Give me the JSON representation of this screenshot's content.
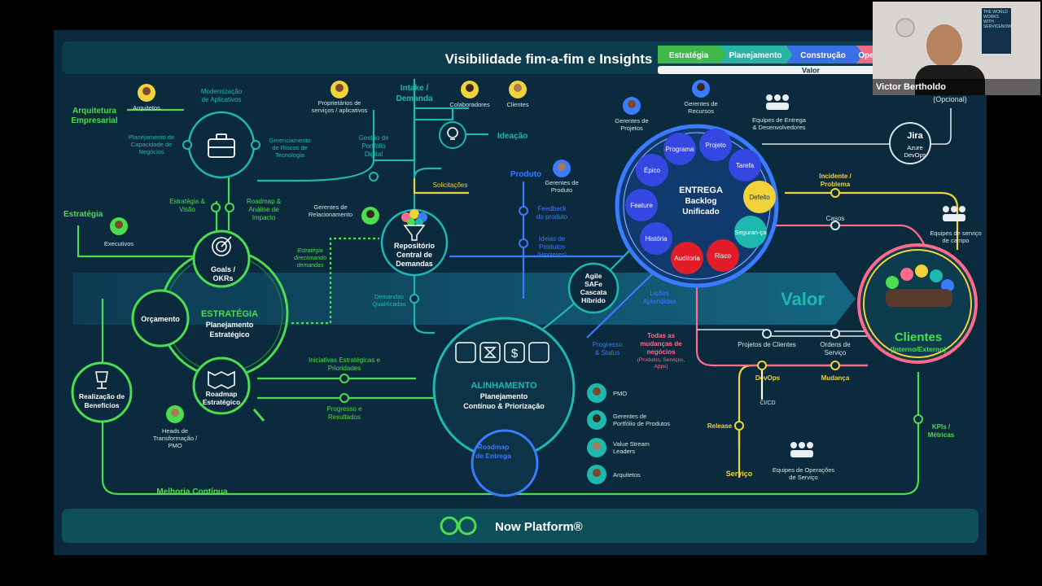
{
  "title": "Visibilidade fim-a-fim e Insights",
  "phases": [
    "Estratégia",
    "Planejamento",
    "Construção",
    "Oper"
  ],
  "valor_bar": "Valor",
  "platform": "Now Platform®",
  "presenter": "Victor Bertholdo",
  "poster_text": "THE WORLD WORKS WITH SERVICENOW",
  "colors": {
    "green": "#4ddc4d",
    "teal": "#1fb8b0",
    "blue": "#3a7bff",
    "yellow": "#f2d23a",
    "pink": "#ff6b8a",
    "bg": "#0b2a3d",
    "panel": "#0e3c4f"
  },
  "labels": {
    "arquitetos_top": "Arquitetos",
    "modernizacao": [
      "Modernização",
      "de Aplicativos"
    ],
    "arquitetura": [
      "Arquitetura",
      "Empresarial"
    ],
    "planejamento_cap": [
      "Planejamento de",
      "Capacidade de",
      "Negócios"
    ],
    "gerenciamento_riscos": [
      "Gerenciamento",
      "de Riscos de",
      "Tecnologia"
    ],
    "proprietarios": [
      "Proprietários de",
      "serviços / aplicativos"
    ],
    "intake": [
      "Intake /",
      "Demanda"
    ],
    "colaboradores": "Colaboradores",
    "clientes_top": "Clientes",
    "gestao_portfolio": [
      "Gestão de",
      "Portfólio",
      "Digital"
    ],
    "ideacao": "Ideação",
    "solicitacoes": "Solicitações",
    "produto": "Produto",
    "gerentes_produto": [
      "Gerentes de",
      "Produto"
    ],
    "feedback": [
      "Feedback",
      "do produto"
    ],
    "ideias": [
      "Ideias de",
      "Produtos"
    ],
    "hipoteses": "(Hipóteses)",
    "gerentes_relacionamento": [
      "Gerentes de",
      "Relacionamento"
    ],
    "repositorio": [
      "Repositório",
      "Central de",
      "Demandas"
    ],
    "estrategia_visao": [
      "Estratégia &",
      "Visão"
    ],
    "roadmap_analise": [
      "Roadmap &",
      "Análise de",
      "Impacto"
    ],
    "estrategia_left": "Estratégia",
    "executivos": "Executivos",
    "goals": [
      "Goals /",
      "OKRs"
    ],
    "estrategia_direcionando": [
      "Estratégia",
      "direcionando",
      "demandas"
    ],
    "orcamento": "Orçamento",
    "estrategia_center": [
      "ESTRATÉGIA",
      "Planejamento",
      "Estratégico"
    ],
    "demandas_qualificadas": [
      "Demandas",
      "Qualificadas"
    ],
    "roadmap_estrategico": [
      "Roadmap",
      "Estratégico"
    ],
    "realizacao": [
      "Realização de",
      "Benefícios"
    ],
    "heads": [
      "Heads de",
      "Transformação /",
      "PMO"
    ],
    "iniciativas": [
      "Iniciativas Estratégicas e",
      "Prioridades"
    ],
    "progresso_resultados": [
      "Progresso e",
      "Resultados"
    ],
    "alinhamento": [
      "ALINHAMENTO",
      "Planejamento",
      "Contínuo & Priorização"
    ],
    "roadmap_entrega": [
      "Roadmap",
      "de Entrega"
    ],
    "agile": [
      "Agile",
      "SAFe",
      "Cascata",
      "Híbrido"
    ],
    "licoes": [
      "Lições",
      "Aprendidas"
    ],
    "progresso_status": [
      "Progresso",
      "& Status"
    ],
    "pmo": "PMO",
    "gerentes_portfolio": [
      "Gerentes de",
      "Portfólio de Produtos"
    ],
    "value_stream": [
      "Value Stream",
      "Leaders"
    ],
    "arquitetos_bottom": "Arquitetos",
    "gerentes_projetos": [
      "Gerentes de",
      "Projetos"
    ],
    "gerentes_recursos": [
      "Gerentes de",
      "Recursos"
    ],
    "equipes_entrega": [
      "Equipes de Entrega",
      "& Desenvolvedores"
    ],
    "opcional": "(Opcional)",
    "jira": "Jira",
    "azure": [
      "Azure",
      "DevOps"
    ],
    "entrega": [
      "ENTREGA",
      "Backlog",
      "Unificado"
    ],
    "bubbles": [
      "Programa",
      "Projeto",
      "Tarefa",
      "Épico",
      "Feature",
      "História",
      "Defeito",
      "Seguran-ça",
      "Auditoria",
      "Risco"
    ],
    "incidente": [
      "Incidente /",
      "Problema"
    ],
    "casos": "Casos",
    "equipes_campo": [
      "Equipes de serviço",
      "de campo"
    ],
    "valor_big": "Valor",
    "clientes_big": [
      "Clientes",
      "(Interno/Externo)"
    ],
    "todas_mudancas": [
      "Todas as",
      "mudanças de",
      "negócios"
    ],
    "produtos_servicos": [
      "(Produtos, Serviços,",
      "Apps)"
    ],
    "projetos_clientes": "Projetos de Clientes",
    "ordens": [
      "Ordens de",
      "Serviço"
    ],
    "devops": "DevOps",
    "mudanca": "Mudança",
    "cicd": "CI/CD",
    "release": "Release",
    "servico": "Serviço",
    "equipes_operacoes": [
      "Equipes de Operações",
      "de Serviço"
    ],
    "kpis": [
      "KPIs /",
      "Métricas"
    ],
    "melhoria": "Melhoria Contínua"
  }
}
